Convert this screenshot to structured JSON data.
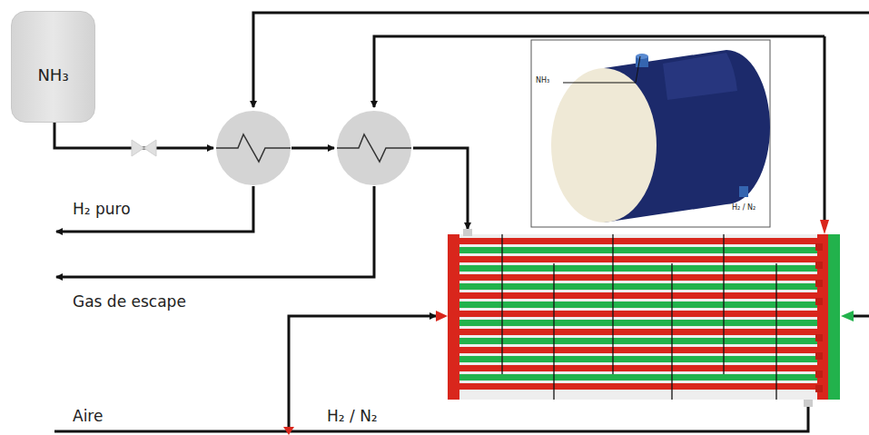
{
  "diagram": {
    "nodes": [
      {
        "text": [
          "NH₃"
        ]
      }
    ],
    "labels": [
      "H₂ puro",
      "Gas de escape",
      "Aire",
      "H₂ / N₂",
      "NH₃",
      "H₂ / N₂"
    ]
  }
}
